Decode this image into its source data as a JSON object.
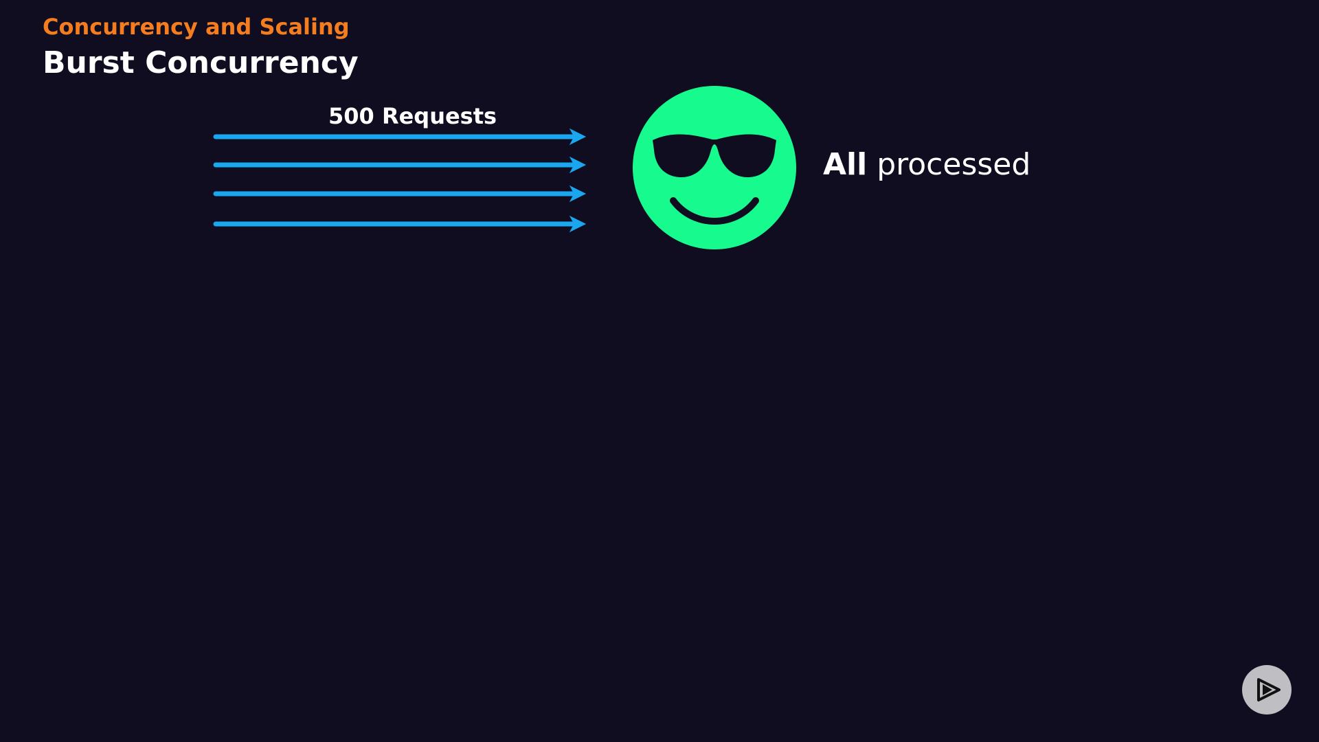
{
  "header": {
    "section": "Concurrency and Scaling",
    "title": "Burst Concurrency"
  },
  "diagram": {
    "requests_label": "500 Requests",
    "result_strong": "All",
    "result_rest": " processed",
    "emoji_icon": "smiling-face-with-sunglasses-icon",
    "arrow_color": "#1ba6f0",
    "emoji_color": "#17fb8e"
  },
  "player": {
    "icon": "play-icon"
  },
  "colors": {
    "background": "#110d20",
    "accent": "#f47d20"
  }
}
